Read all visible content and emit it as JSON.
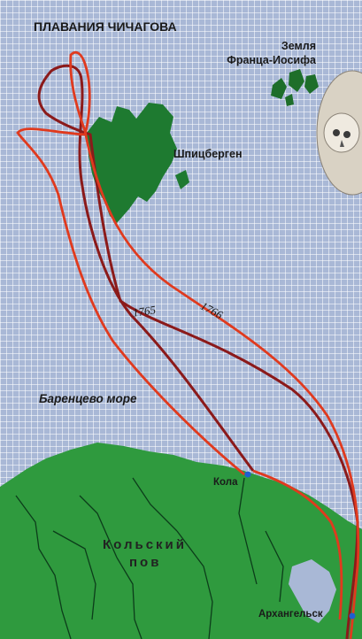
{
  "title": "ПЛАВАНИЯ ЧИЧАГОВА",
  "places": {
    "franz_josef_line1": "Земля",
    "franz_josef_line2": "Франца-Иосифа",
    "spitsbergen": "Шпицберген",
    "barents_sea": "Баренцево море",
    "kola": "Кола",
    "kola_peninsula_line1": "Кольский",
    "kola_peninsula_line2": "пов",
    "arkhangelsk": "Архангельск"
  },
  "routes": [
    {
      "year": "1765",
      "color": "#8b1a1a"
    },
    {
      "year": "1766",
      "color": "#e03a1e"
    }
  ],
  "colors": {
    "sea": "#a9b8d6",
    "land": "#2f9a3e",
    "land_dark": "#1e6e2a",
    "river": "#0c3d1a",
    "city_dot": "#1f5fd0"
  }
}
